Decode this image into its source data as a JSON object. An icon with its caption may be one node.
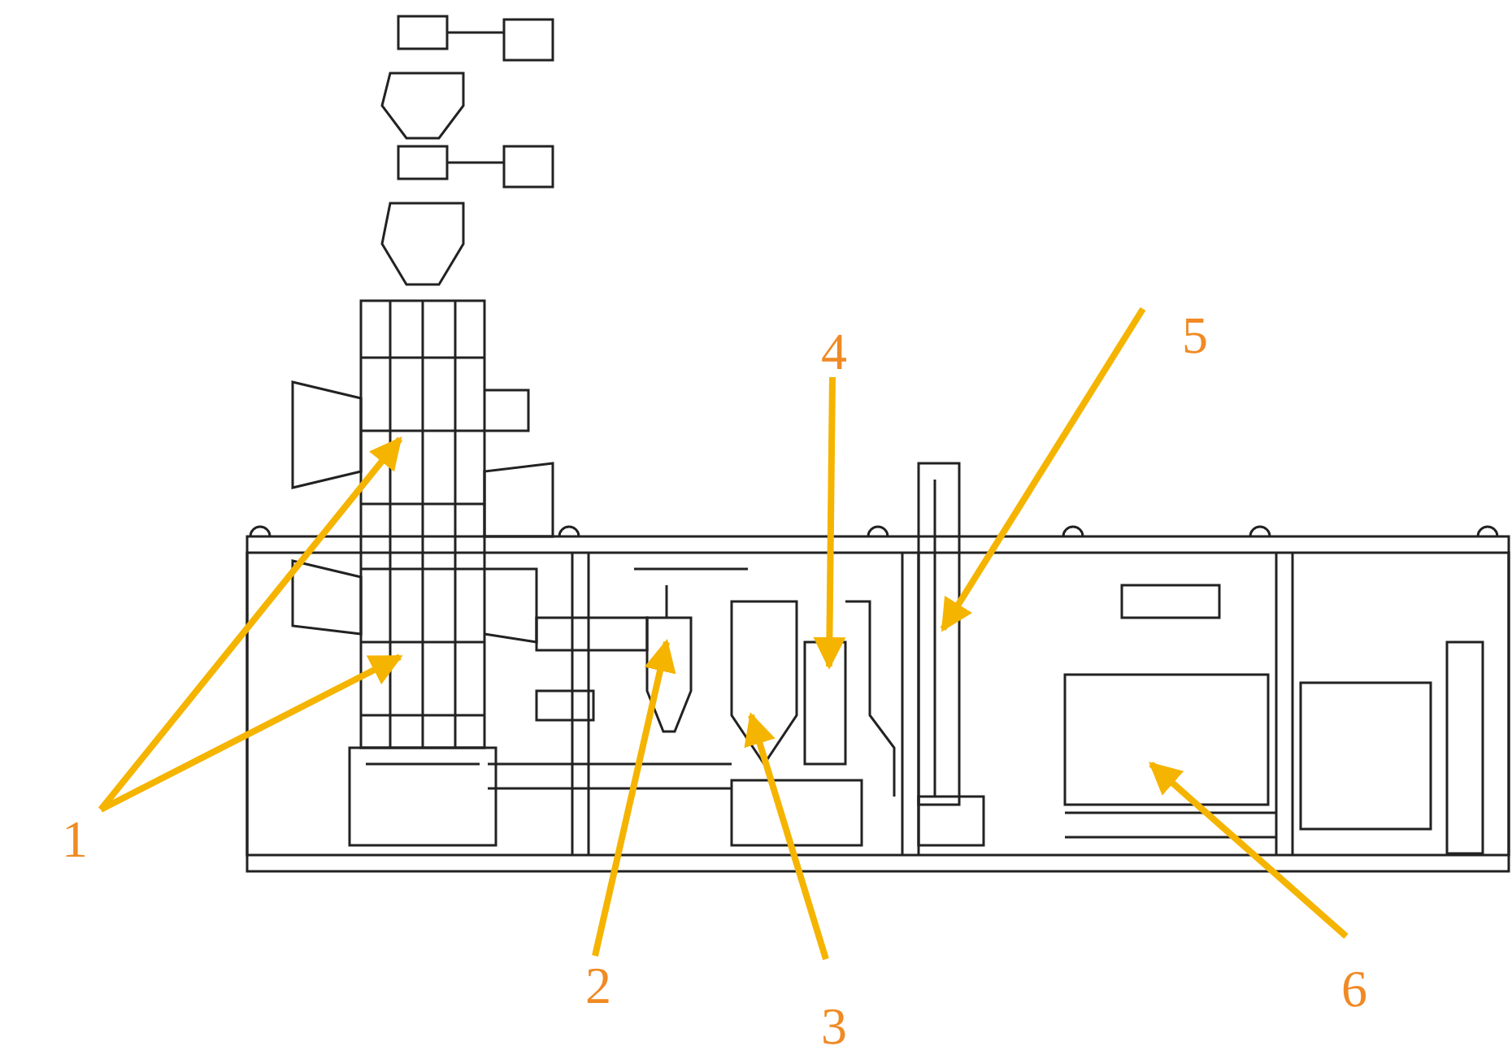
{
  "diagram": {
    "nodes": [
      {
        "text": [
          "1"
        ]
      },
      {
        "text": [
          "2"
        ]
      },
      {
        "text": [
          "3"
        ]
      },
      {
        "text": [
          "4"
        ]
      },
      {
        "text": [
          "5"
        ]
      },
      {
        "text": [
          "6"
        ]
      }
    ],
    "edges": [
      {
        "from": 0,
        "to": null,
        "arrow": "to"
      },
      {
        "from": 0,
        "to": null,
        "arrow": "to"
      },
      {
        "from": 1,
        "to": null,
        "arrow": "to"
      },
      {
        "from": 2,
        "to": null,
        "arrow": "to"
      },
      {
        "from": 3,
        "to": null,
        "arrow": "to"
      },
      {
        "from": 4,
        "to": null,
        "arrow": "to"
      },
      {
        "from": 5,
        "to": null,
        "arrow": "to"
      }
    ]
  }
}
